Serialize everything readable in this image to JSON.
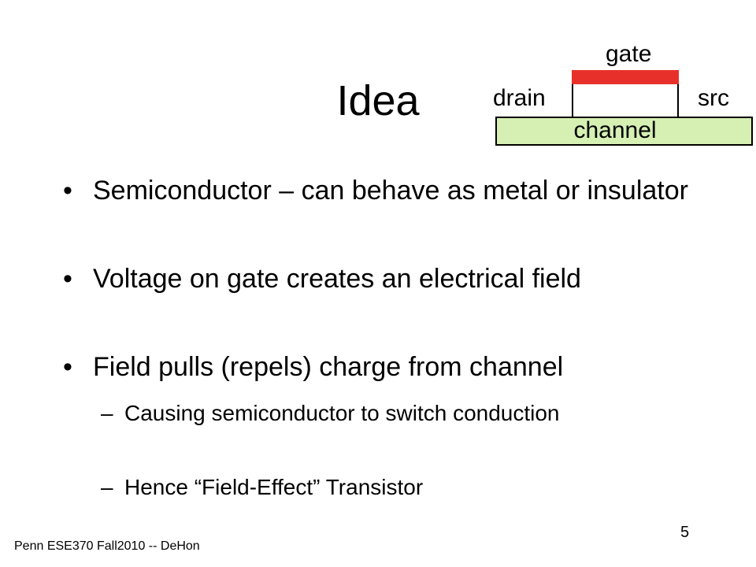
{
  "slide": {
    "title": "Idea",
    "diagram": {
      "gate_label": "gate",
      "drain_label": "drain",
      "src_label": "src",
      "channel_label": "channel",
      "gate_color": "#e8302a",
      "channel_color": "#d6f0b4"
    },
    "bullets": [
      {
        "text": "Semiconductor – can behave as metal or insulator"
      },
      {
        "text": "Voltage on gate creates an electrical field"
      },
      {
        "text": "Field pulls (repels) charge from channel"
      }
    ],
    "sub_bullets": [
      {
        "text": "Causing semiconductor to switch conduction"
      },
      {
        "text": "Hence “Field-Effect” Transistor"
      }
    ],
    "bullet_marker": "•",
    "sub_bullet_marker": "–",
    "footer": "Penn ESE370 Fall2010 -- DeHon",
    "slide_number": "5"
  }
}
